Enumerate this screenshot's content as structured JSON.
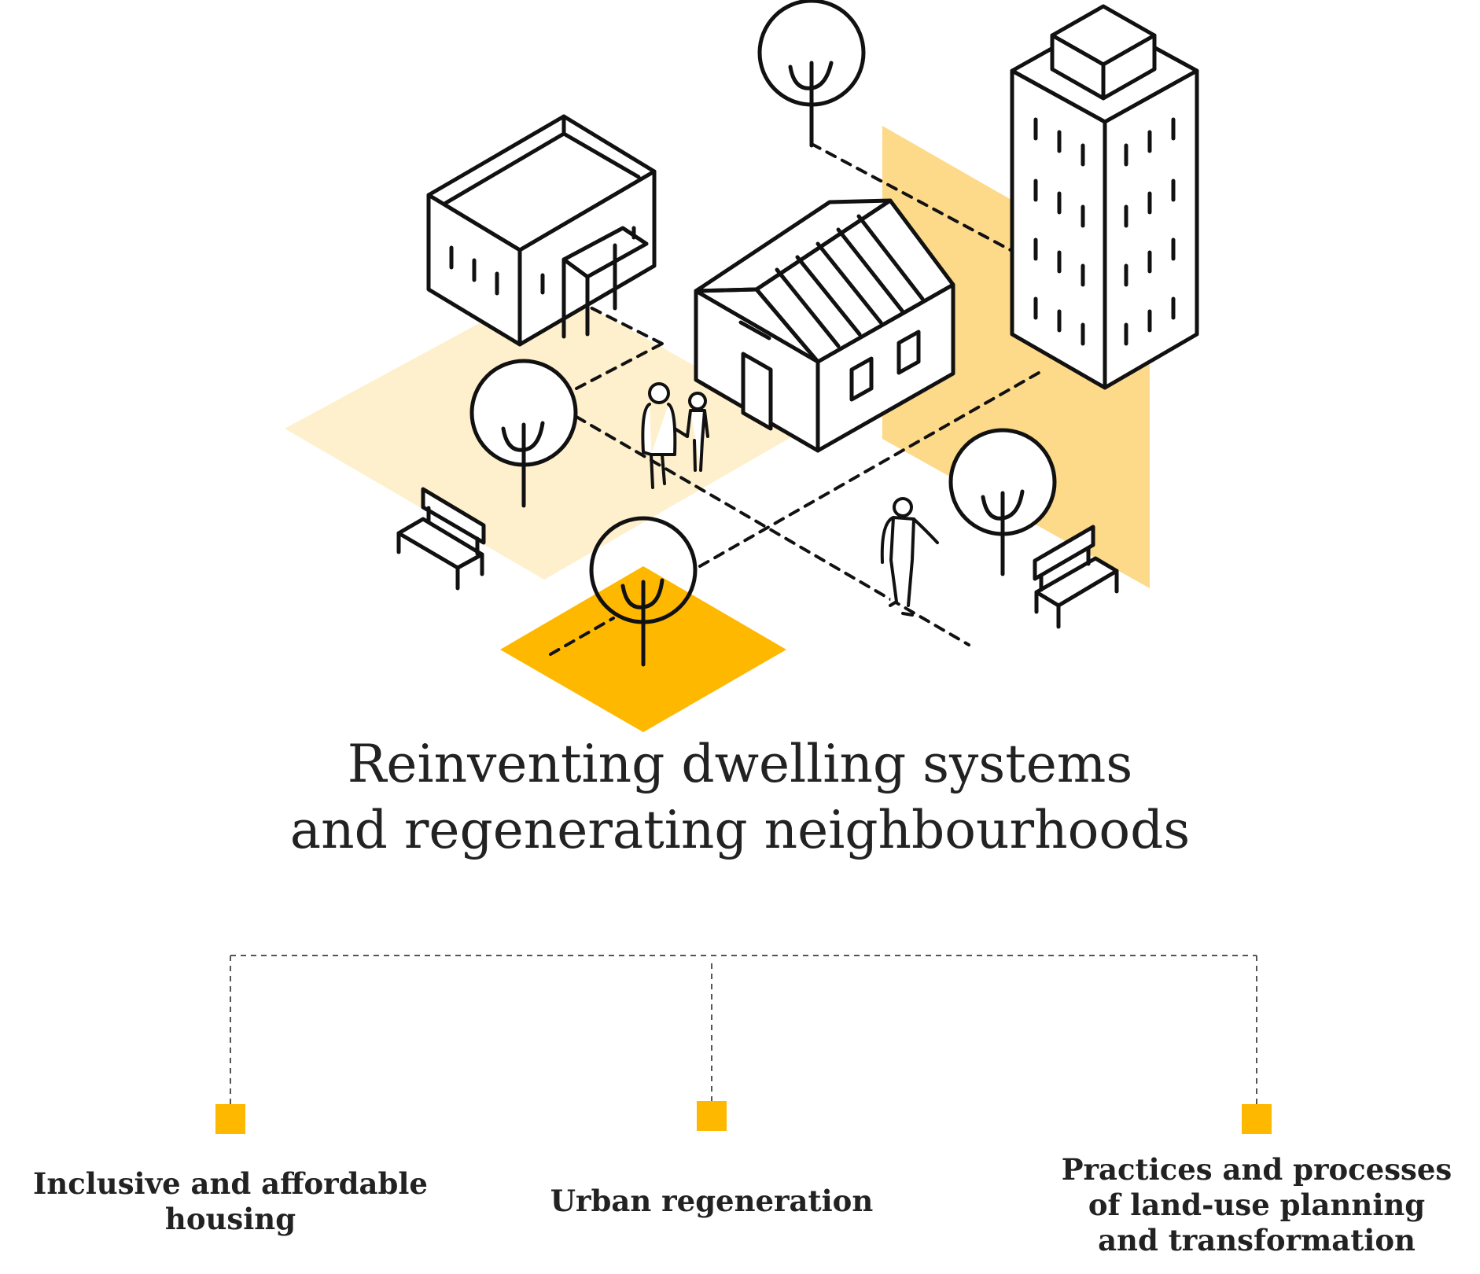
{
  "colors": {
    "accent": "#FFB800",
    "accent_medium": "#FDD98A",
    "accent_light": "#FEF0CC",
    "line": "#111111",
    "text": "#222222"
  },
  "illustration": {
    "icons": [
      "commercial-building-icon",
      "house-icon",
      "tower-building-icon",
      "tree-icon",
      "bench-icon",
      "couple-icon",
      "walking-person-icon"
    ]
  },
  "title": {
    "line1": "Reinventing dwelling systems",
    "line2": "and regenerating neighbourhoods"
  },
  "topics": [
    {
      "line1": "Inclusive and affordable",
      "line2": "housing",
      "line3": ""
    },
    {
      "line1": "Urban regeneration",
      "line2": "",
      "line3": ""
    },
    {
      "line1": "Practices and processes",
      "line2": "of land-use planning",
      "line3": "and transformation"
    }
  ]
}
